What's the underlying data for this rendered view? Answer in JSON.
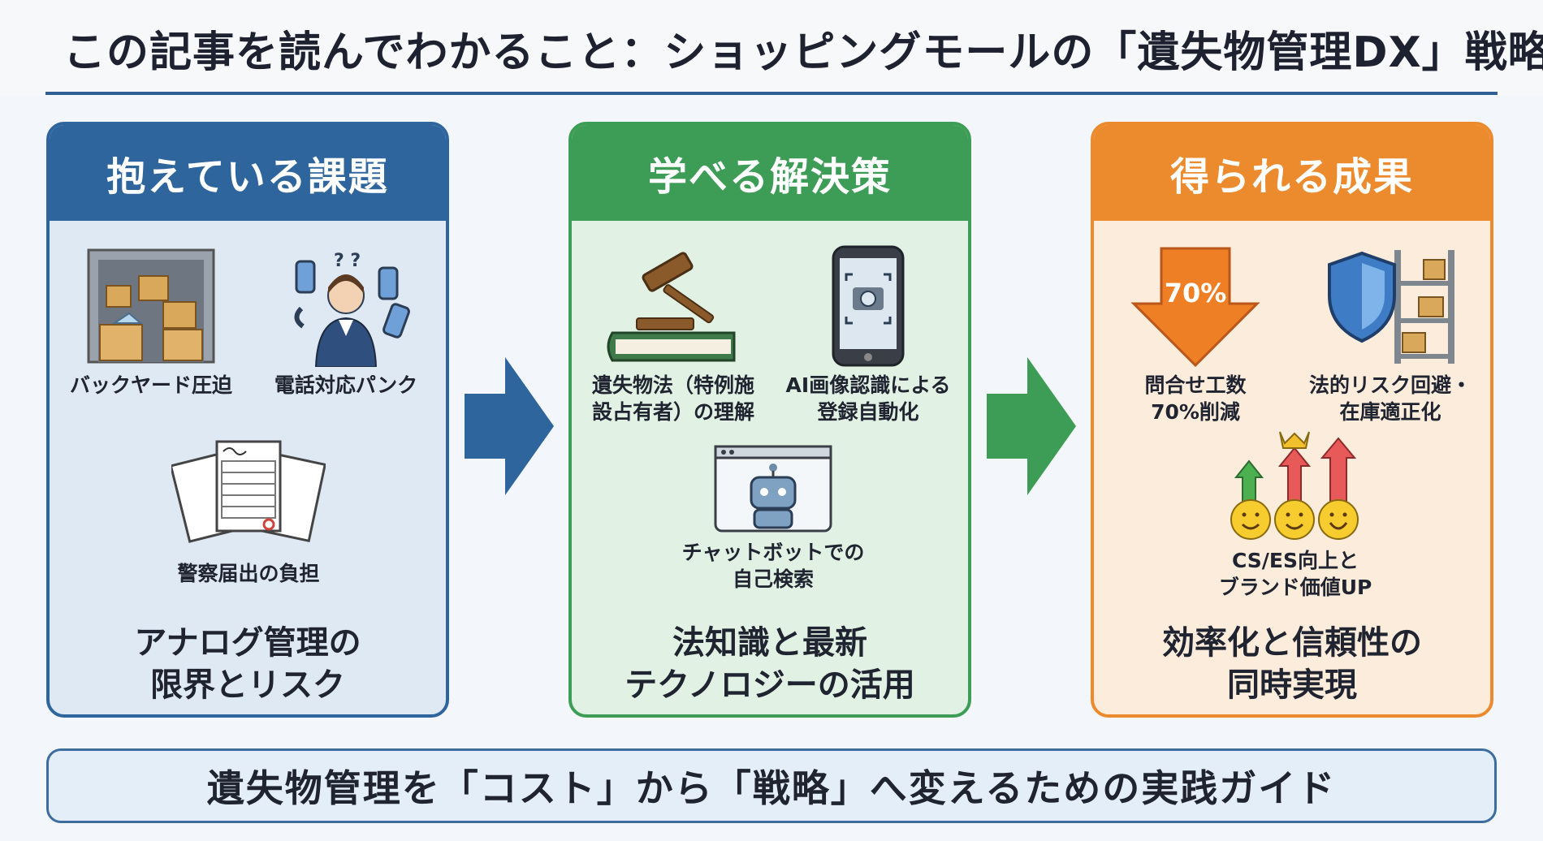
{
  "title": "この記事を読んでわかること：ショッピングモールの「遺失物管理DX」戦略",
  "colors": {
    "blue": "#2f659d",
    "green": "#3d9c55",
    "orange": "#ec8a2e"
  },
  "panels": [
    {
      "heading": "抱えている課題",
      "items": [
        {
          "icon": "storage-room-icon",
          "lines": [
            "バックヤード圧迫"
          ]
        },
        {
          "icon": "phone-panic-icon",
          "lines": [
            "電話対応パンク"
          ]
        },
        {
          "icon": "documents-icon",
          "lines": [
            "警察届出の負担"
          ]
        }
      ],
      "summary": [
        "アナログ管理の",
        "限界とリスク"
      ]
    },
    {
      "heading": "学べる解決策",
      "items": [
        {
          "icon": "gavel-book-icon",
          "lines": [
            "遺失物法（特例施",
            "設占有者）の理解"
          ]
        },
        {
          "icon": "smartphone-camera-icon",
          "lines": [
            "AI画像認識による",
            "登録自動化"
          ]
        },
        {
          "icon": "chatbot-icon",
          "lines": [
            "チャットボットでの",
            "自己検索"
          ]
        }
      ],
      "summary": [
        "法知識と最新",
        "テクノロジーの活用"
      ]
    },
    {
      "heading": "得られる成果",
      "items": [
        {
          "icon": "down-arrow-icon",
          "badge": "70%",
          "lines": [
            "問合せ工数",
            "70%削減"
          ]
        },
        {
          "icon": "shield-shelf-icon",
          "lines": [
            "法的リスク回避・",
            "在庫適正化"
          ]
        },
        {
          "icon": "smiley-growth-icon",
          "lines": [
            "CS/ES向上と",
            "ブランド価値UP"
          ]
        }
      ],
      "summary": [
        "効率化と信頼性の",
        "同時実現"
      ]
    }
  ],
  "footer": "遺失物管理を「コスト」から「戦略」へ変えるための実践ガイド"
}
